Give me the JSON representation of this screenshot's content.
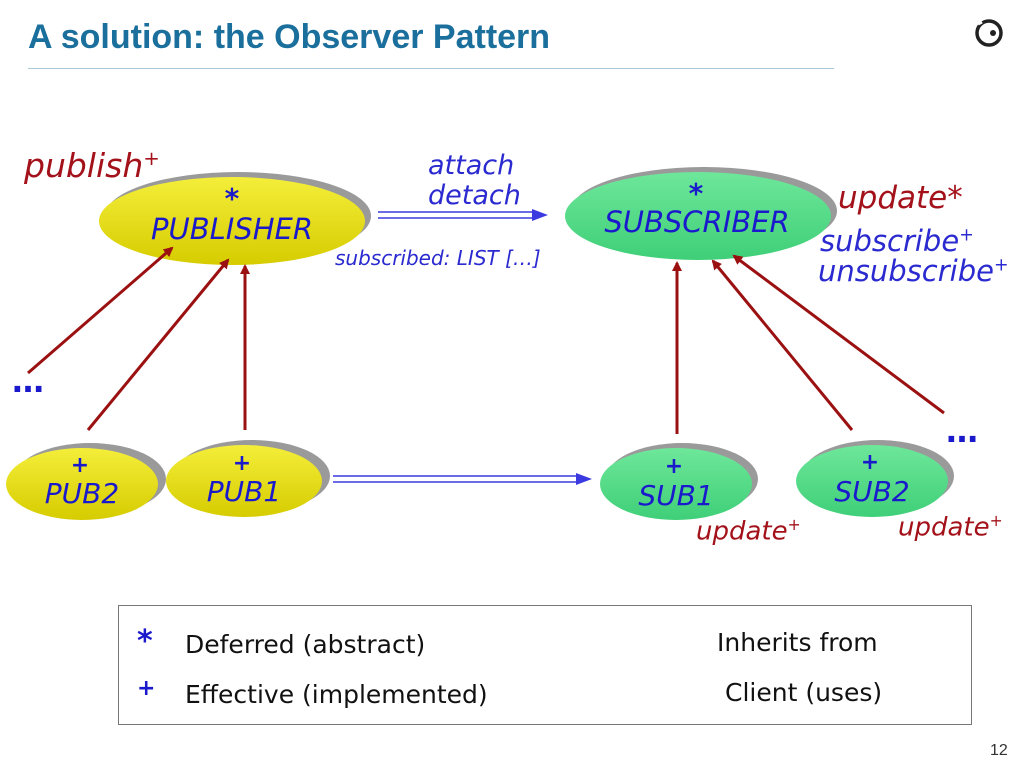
{
  "slide": {
    "title": "A solution: the Observer Pattern",
    "page_number": "12"
  },
  "nodes": {
    "publisher": {
      "marker": "*",
      "label": "PUBLISHER"
    },
    "subscriber": {
      "marker": "*",
      "label": "SUBSCRIBER"
    },
    "pub2": {
      "marker": "+",
      "label": "PUB2"
    },
    "pub1": {
      "marker": "+",
      "label": "PUB1"
    },
    "sub1": {
      "marker": "+",
      "label": "SUB1"
    },
    "sub2": {
      "marker": "+",
      "label": "SUB2"
    }
  },
  "annotations": {
    "publish": "publish",
    "publish_sup": "+",
    "attach": "attach",
    "detach": "detach",
    "subscribed": "subscribed: LIST […]",
    "update_star": "update*",
    "subscribe": "subscribe",
    "subscribe_sup": "+",
    "unsubscribe": "unsubscribe",
    "unsubscribe_sup": "+",
    "ellipsis_left": "…",
    "ellipsis_right": "…",
    "update_sub1": "update",
    "update_sub1_sup": "+",
    "update_sub2": "update",
    "update_sub2_sup": "+"
  },
  "legend": {
    "deferred_symbol": "*",
    "deferred_text": "Deferred (abstract)",
    "effective_symbol": "+",
    "effective_text": "Effective (implemented)",
    "inherits_text": "Inherits from",
    "client_text": "Client (uses)"
  },
  "colors": {
    "publisher_fill": "#e8e000",
    "subscriber_fill": "#55dd88",
    "inherit_arrow": "#9b1010",
    "client_arrow": "#3a3ae0",
    "text_blue": "#1a1acc",
    "text_red": "#a3121a",
    "title": "#1b6f9c"
  }
}
